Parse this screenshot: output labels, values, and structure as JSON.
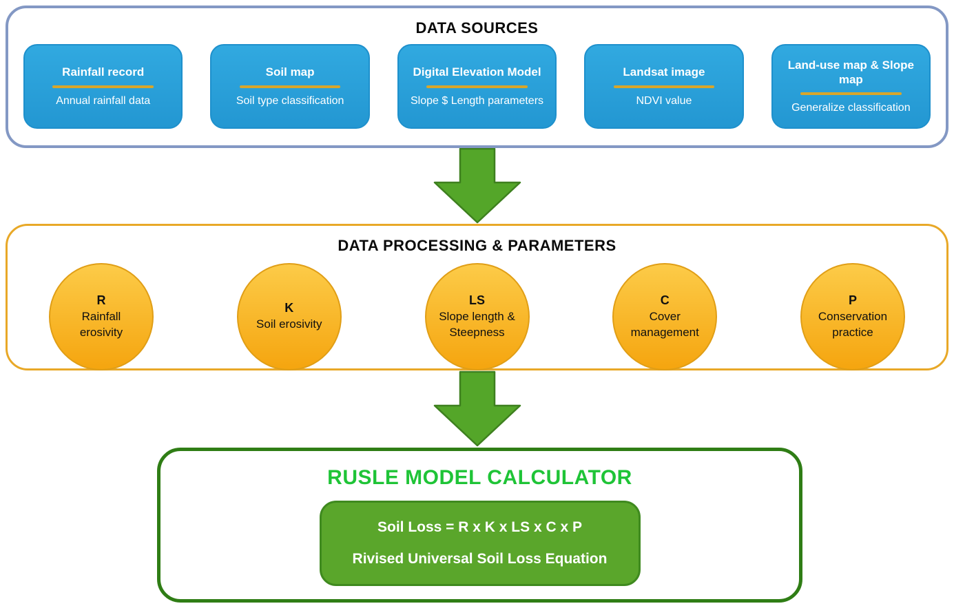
{
  "sections": {
    "data_sources": {
      "title": "DATA SOURCES",
      "boxes": [
        {
          "title": "Rainfall record",
          "description": "Annual rainfall data"
        },
        {
          "title": "Soil map",
          "description": "Soil type classification"
        },
        {
          "title": "Digital Elevation Model",
          "description": "Slope $ Length parameters"
        },
        {
          "title": "Landsat image",
          "description": "NDVI value"
        },
        {
          "title": "Land-use map & Slope map",
          "description": "Generalize classification"
        }
      ]
    },
    "data_processing": {
      "title": "DATA PROCESSING & PARAMETERS",
      "circles": [
        {
          "symbol": "R",
          "label": "Rainfall erosivity"
        },
        {
          "symbol": "K",
          "label": "Soil erosivity"
        },
        {
          "symbol": "LS",
          "label": "Slope length & Steepness"
        },
        {
          "symbol": "C",
          "label": "Cover management"
        },
        {
          "symbol": "P",
          "label": "Conservation practice"
        }
      ]
    },
    "calculator": {
      "title": "RUSLE MODEL CALCULATOR",
      "formula": "Soil Loss = R x K x LS x C x P",
      "subtitle": "Rivised Universal Soil Loss Equation"
    }
  },
  "icons": {
    "flow_arrow": "block-down-arrow-icon"
  },
  "colors": {
    "sources_border": "#8398c4",
    "source_box_blue": "#2397d2",
    "gold_accent": "#d8a62b",
    "processing_border": "#e8a827",
    "circle_orange_top": "#fccb48",
    "circle_orange_bottom": "#f5a50f",
    "arrow_green": "#54a629",
    "arrow_green_border": "#3e801f",
    "calculator_border": "#2f7d15",
    "calculator_title_green": "#1fc437",
    "formula_box_green": "#5aa62b",
    "text_white": "#ffffff",
    "text_black": "#0b0b0b"
  }
}
